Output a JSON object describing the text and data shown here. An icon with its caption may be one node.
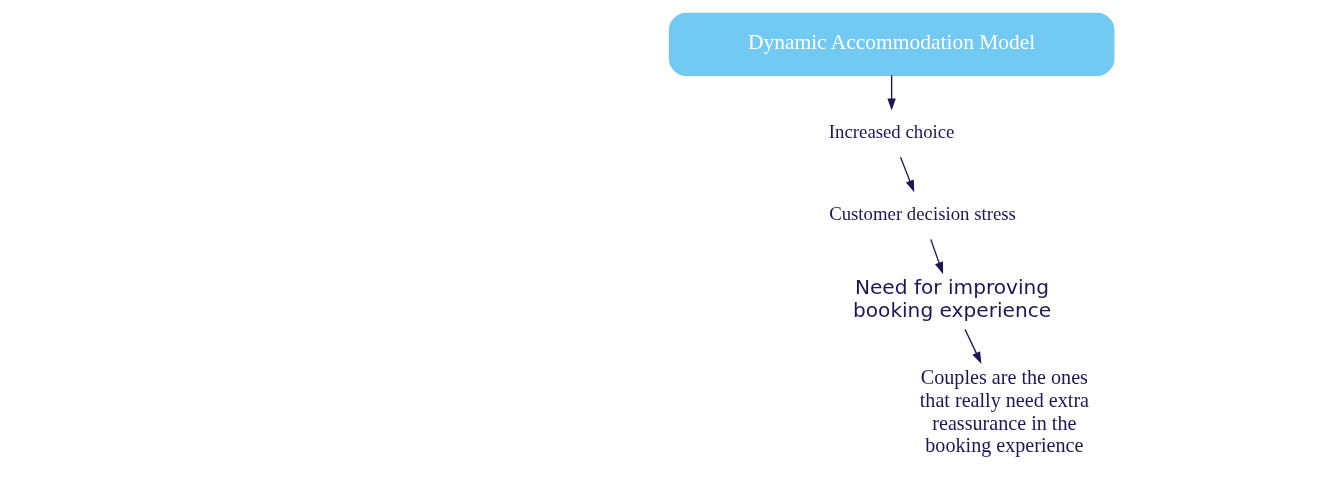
{
  "diagram": {
    "nodes": [
      {
        "text": [
          "Dynamic Accommodation Model"
        ]
      },
      {
        "text": [
          "Increased choice"
        ]
      },
      {
        "text": [
          "Customer decision stress"
        ]
      },
      {
        "text": [
          "Need for improving booking experience"
        ]
      },
      {
        "text": [
          "Couples are the ones that really need extra reassurance in the booking experience"
        ]
      }
    ],
    "edges": [
      {
        "from": 0,
        "to": 1,
        "arrow": "to"
      },
      {
        "from": 1,
        "to": 2,
        "arrow": "to"
      },
      {
        "from": 2,
        "to": 3,
        "arrow": "to"
      },
      {
        "from": 3,
        "to": 4,
        "arrow": "to"
      }
    ]
  }
}
